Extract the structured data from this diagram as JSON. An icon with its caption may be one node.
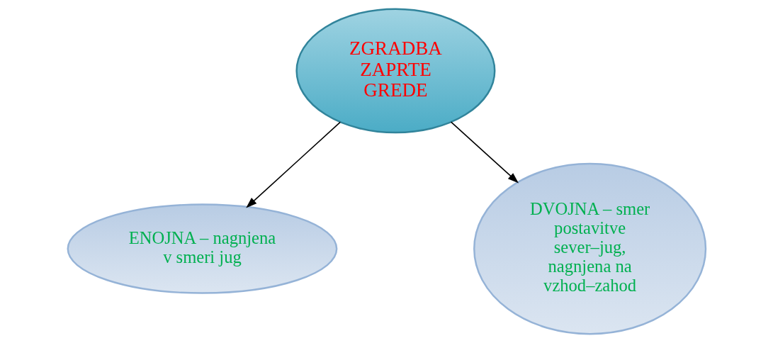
{
  "diagram": {
    "nodes": [
      {
        "text": [
          "ZGRADBA ZAPRTE GREDE"
        ]
      },
      {
        "text": [
          "ENOJNA – nagnjena v smeri jug"
        ]
      },
      {
        "text": [
          "DVOJNA – smer postavitve sever–jug, nagnjena na vzhod–zahod"
        ]
      }
    ],
    "edges": [
      {
        "from": 0,
        "to": 1,
        "arrow": "to"
      },
      {
        "from": 0,
        "to": 2,
        "arrow": "to"
      }
    ]
  }
}
